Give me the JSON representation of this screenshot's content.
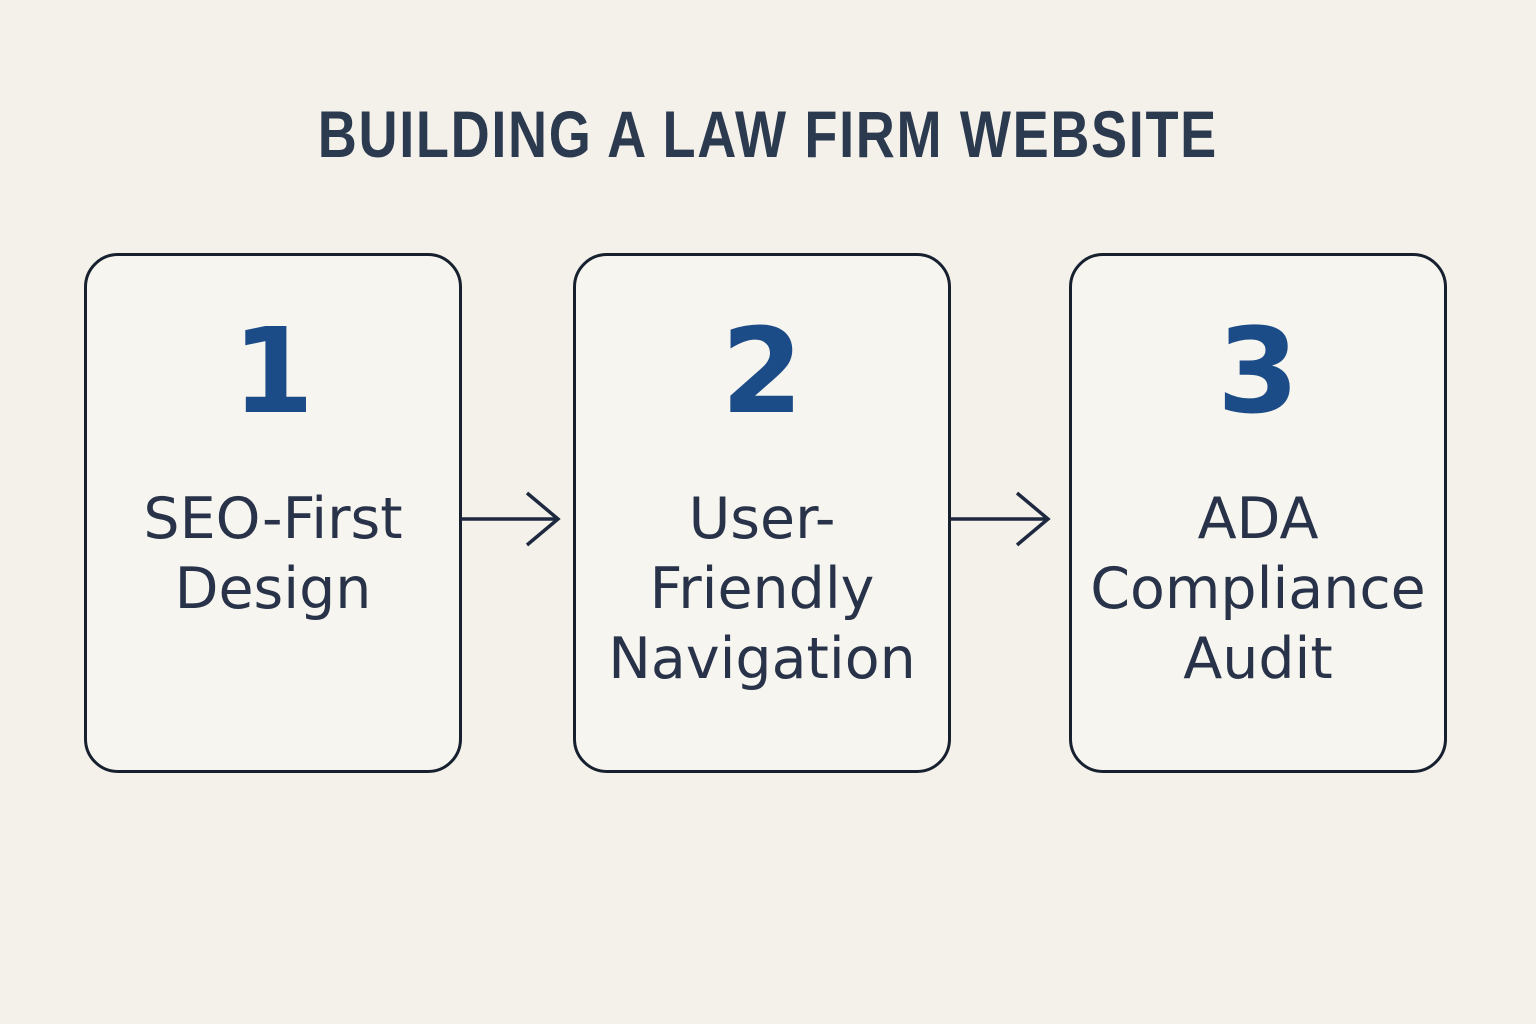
{
  "title": "BUILDING A LAW FIRM WEBSITE",
  "colors": {
    "background": "#f4f1ea",
    "card_background": "#f7f5f0",
    "border": "#17202e",
    "title_text": "#2c3a50",
    "label_text": "#283349",
    "number_text": "#1c4c87",
    "arrow": "#1e2940"
  },
  "steps": [
    {
      "number": "1",
      "label": "SEO-First\nDesign"
    },
    {
      "number": "2",
      "label": "User-\nFriendly\nNavigation"
    },
    {
      "number": "3",
      "label": "ADA\nCompliance\nAudit"
    }
  ]
}
